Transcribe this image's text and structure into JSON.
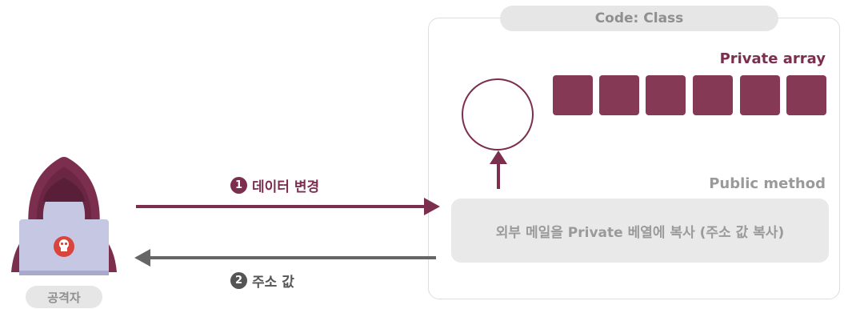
{
  "class_box": {
    "title": "Code: Class"
  },
  "private_array": {
    "label": "Private array",
    "cell_count": 6
  },
  "public_method": {
    "label": "Public method",
    "description": "외부 메일을 Private 베열에 복사 (주소 값 복사)"
  },
  "steps": [
    {
      "number": "1",
      "label": "데이터 변경"
    },
    {
      "number": "2",
      "label": "주소 값"
    }
  ],
  "attacker": {
    "label": "공격자",
    "icon": "hooded-hacker-icon"
  },
  "colors": {
    "accent": "#7c2e4f",
    "cell": "#863955",
    "gray_arrow": "#666666",
    "panel": "#e9e9e9"
  }
}
